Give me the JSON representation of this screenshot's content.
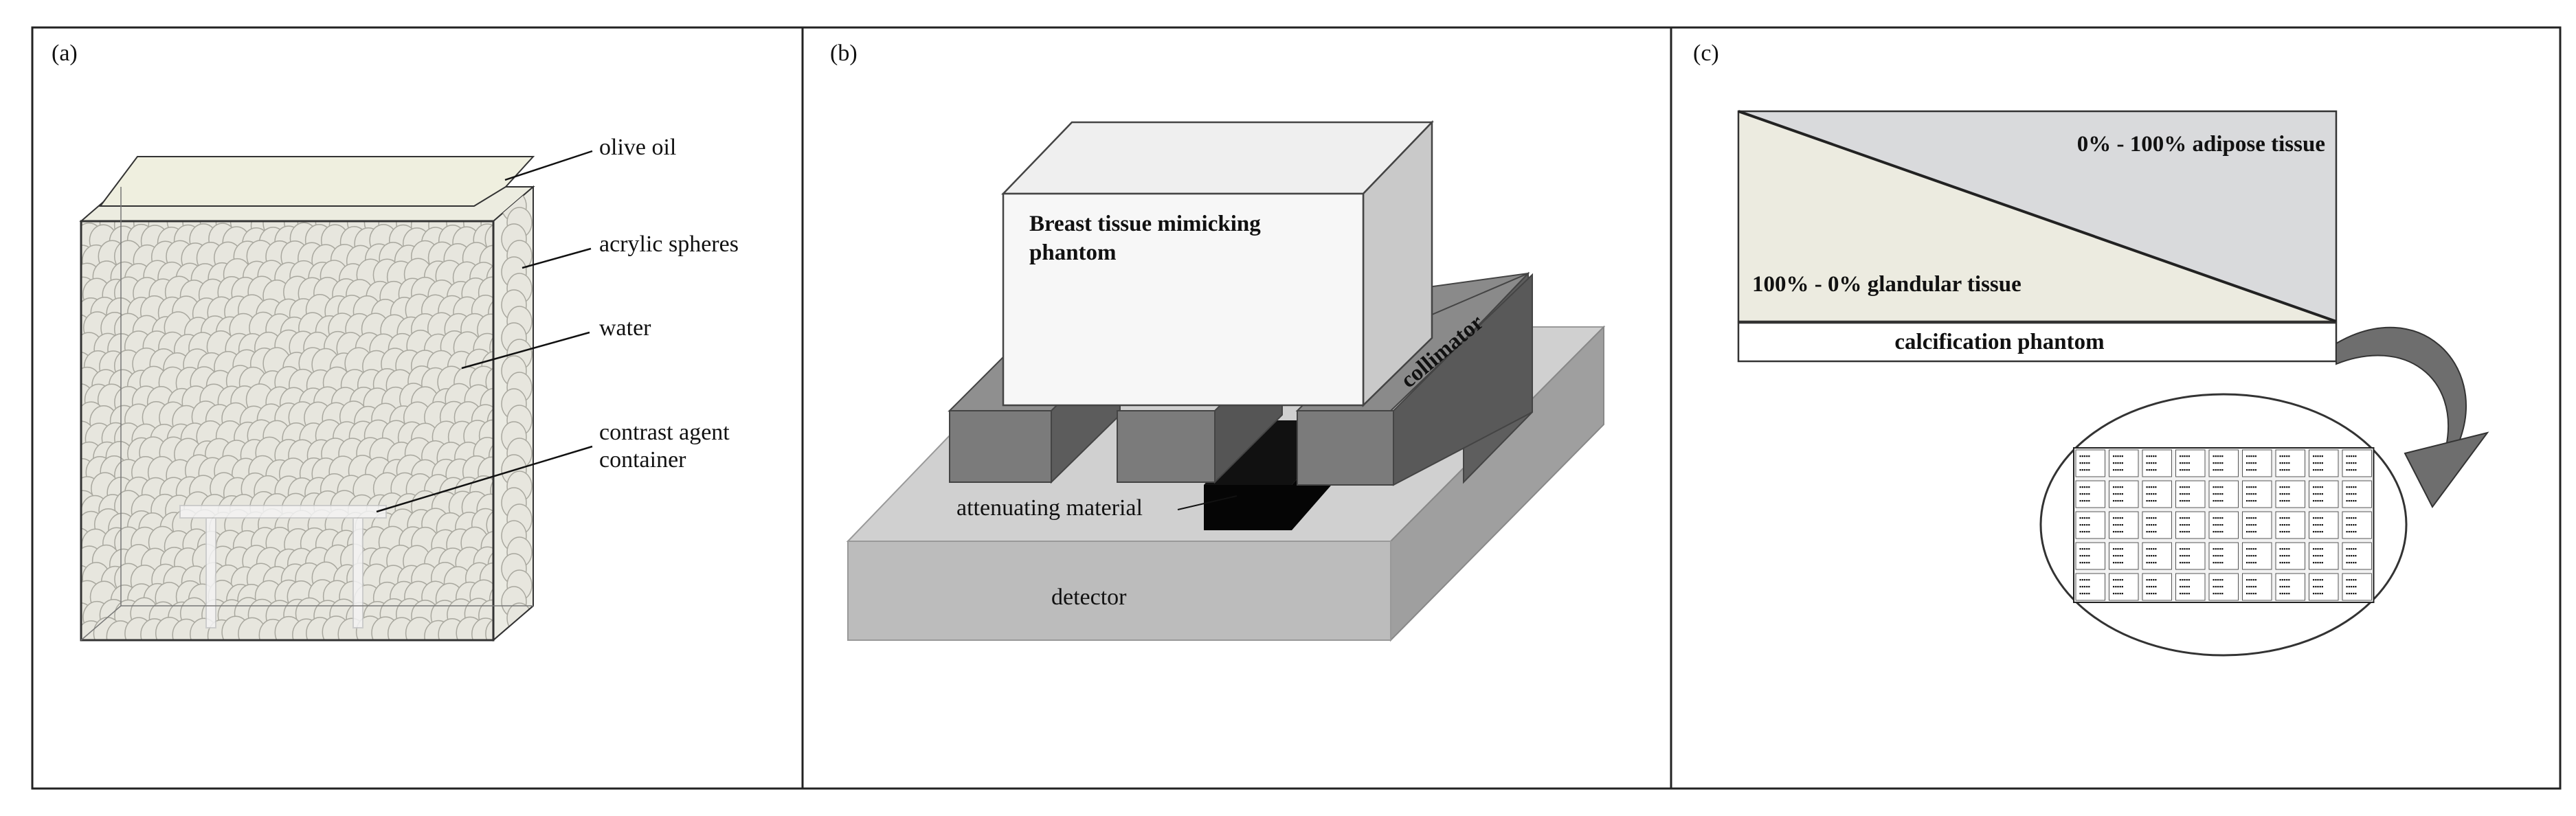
{
  "panels": {
    "a": {
      "label": "(a)",
      "callouts": {
        "olive_oil": "olive oil",
        "acrylic_spheres": "acrylic spheres",
        "water": "water",
        "contrast_line1": "contrast agent",
        "contrast_line2": "container"
      }
    },
    "b": {
      "label": "(b)",
      "phantom_line1": "Breast tissue mimicking",
      "phantom_line2": "phantom",
      "collimator": "collimator",
      "attenuating_material": "attenuating material",
      "detector": "detector"
    },
    "c": {
      "label": "(c)",
      "adipose": "0% - 100% adipose tissue",
      "glandular": "100% - 0% glandular tissue",
      "calcification": "calcification phantom",
      "grid_cell_glyph": "▪▪▪▪▪"
    }
  },
  "colors": {
    "frame": "#222222",
    "oil": "#eeeee0",
    "sphere": "#e7e6de",
    "sphere_stroke": "#a9a89f",
    "water": "#e3e5e6",
    "detector_top": "#cfcfcf",
    "detector_front": "#bdbdbd",
    "collimator_front": "#7c7c7c",
    "collimator_side": "#5c5c5c",
    "attenuating": "#050505",
    "adipose": "#d9dadc",
    "glandular": "#eceadf"
  }
}
